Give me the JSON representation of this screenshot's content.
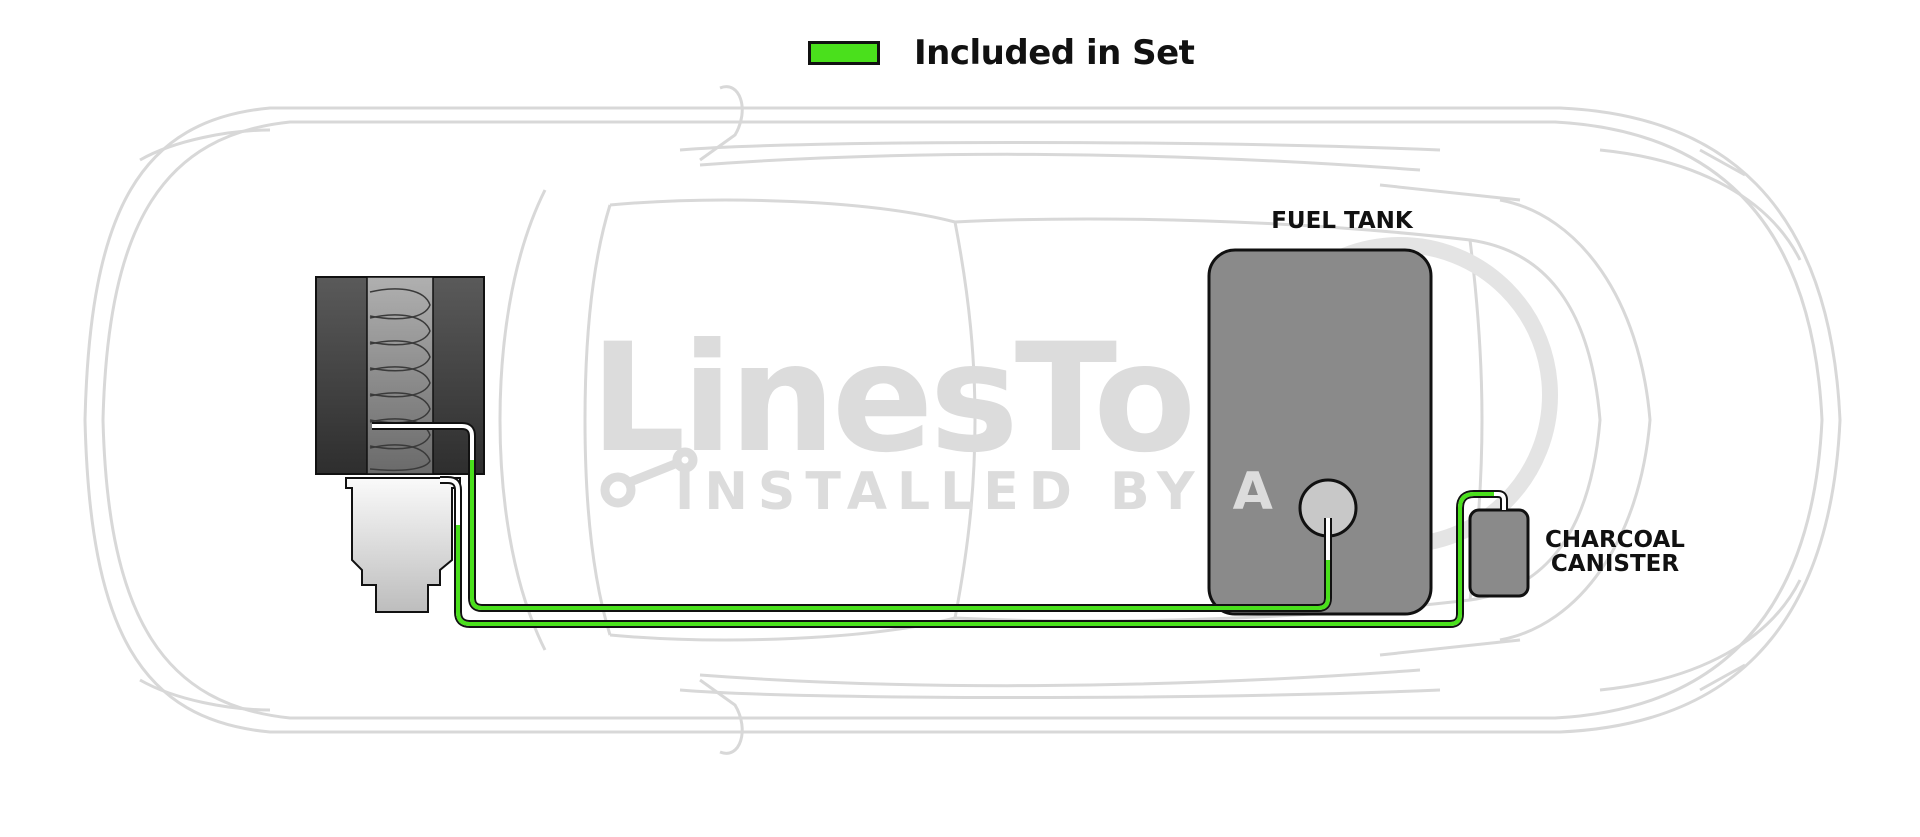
{
  "legend": {
    "label": "Included in Set",
    "color": "#4ae01c"
  },
  "components": {
    "fuel_tank_label": "FUEL TANK",
    "charcoal_canister_label_line1": "CHARCOAL",
    "charcoal_canister_label_line2": "CANISTER"
  },
  "watermark": {
    "main": "LinesTo",
    "sub": "INSTALLED BY A"
  },
  "colors": {
    "car_outline": "#d8d8d8",
    "component_fill": "#8a8a8a",
    "line_highlight": "#4ae01c",
    "outline": "#111111"
  }
}
